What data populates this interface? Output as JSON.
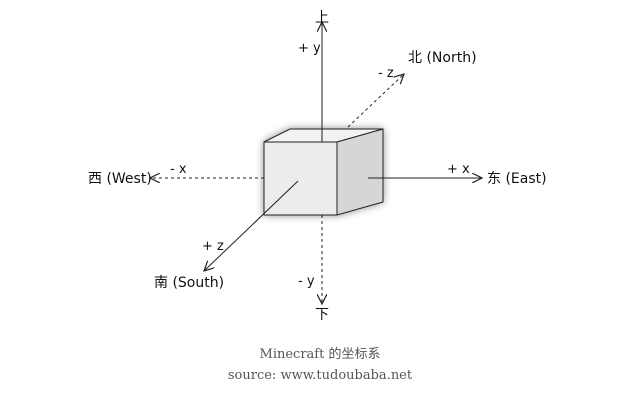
{
  "directions": {
    "up": "上",
    "down": "下",
    "north": "北 (North)",
    "south": "南 (South)",
    "east": "东 (East)",
    "west": "西 (West)"
  },
  "axes": {
    "plus_y": "+ y",
    "minus_y": "- y",
    "plus_x": "+ x",
    "minus_x": "- x",
    "plus_z": "+ z",
    "minus_z": "- z"
  },
  "caption": {
    "title": "Minecraft 的坐标系",
    "source": "source: www.tudoubaba.net"
  },
  "colors": {
    "line": "#222222",
    "cube_front": "#ececec",
    "cube_top": "#f2f2f2",
    "cube_side": "#d6d6d6",
    "caption": "#555555"
  }
}
